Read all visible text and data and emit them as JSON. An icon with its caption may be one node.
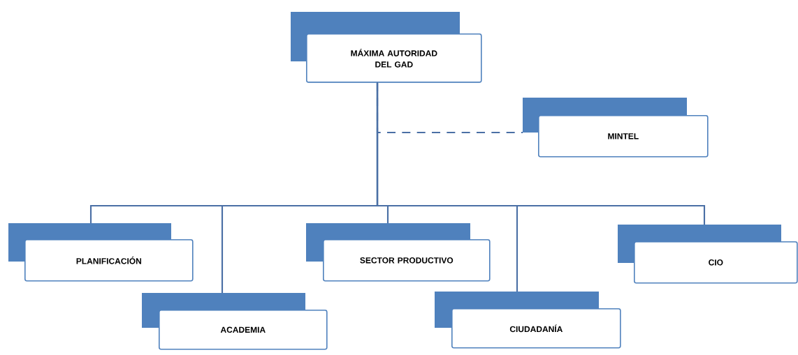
{
  "diagram": {
    "nodes": [
      {
        "text": [
          "MÁXIMA AUTORIDAD DEL GAD"
        ]
      },
      {
        "text": [
          "MINTEL"
        ]
      },
      {
        "text": [
          "PLANIFICACIÓN"
        ]
      },
      {
        "text": [
          "ACADEMIA"
        ]
      },
      {
        "text": [
          "SECTOR PRODUCTIVO"
        ]
      },
      {
        "text": [
          "CIUDADANÍA"
        ]
      },
      {
        "text": [
          "CIO"
        ]
      }
    ],
    "edges": [
      {
        "from": 0,
        "to": 1,
        "arrow": "none",
        "style": "dashed"
      },
      {
        "from": 0,
        "to": 2,
        "arrow": "none"
      },
      {
        "from": 0,
        "to": 3,
        "arrow": "none"
      },
      {
        "from": 0,
        "to": 4,
        "arrow": "none"
      },
      {
        "from": 0,
        "to": 5,
        "arrow": "none"
      },
      {
        "from": 0,
        "to": 6,
        "arrow": "none"
      }
    ]
  }
}
